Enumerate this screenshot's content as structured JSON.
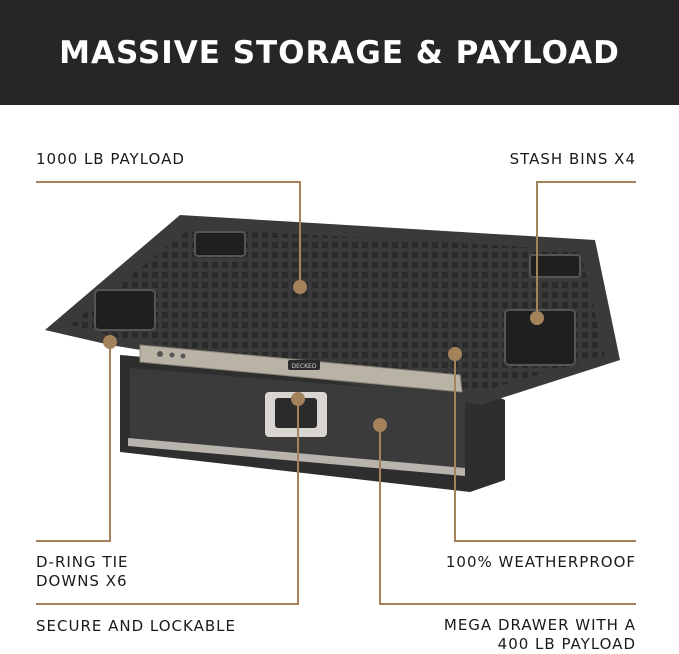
{
  "banner": {
    "title": "MASSIVE STORAGE & PAYLOAD"
  },
  "callouts": {
    "payload": "1000 LB PAYLOAD",
    "stash_bins": "STASH BINS X4",
    "dring_line1": "D-RING TIE",
    "dring_line2": "DOWNS X6",
    "weatherproof": "100% WEATHERPROOF",
    "secure": "SECURE AND LOCKABLE",
    "mega_line1": "MEGA DRAWER WITH A",
    "mega_line2": "400 LB PAYLOAD"
  },
  "product": {
    "badge_text": "DECKED"
  },
  "colors": {
    "banner": "#262626",
    "leader_line": "#a4825c",
    "product_body": "#2e2e2e",
    "rail": "#b8b4ad"
  }
}
